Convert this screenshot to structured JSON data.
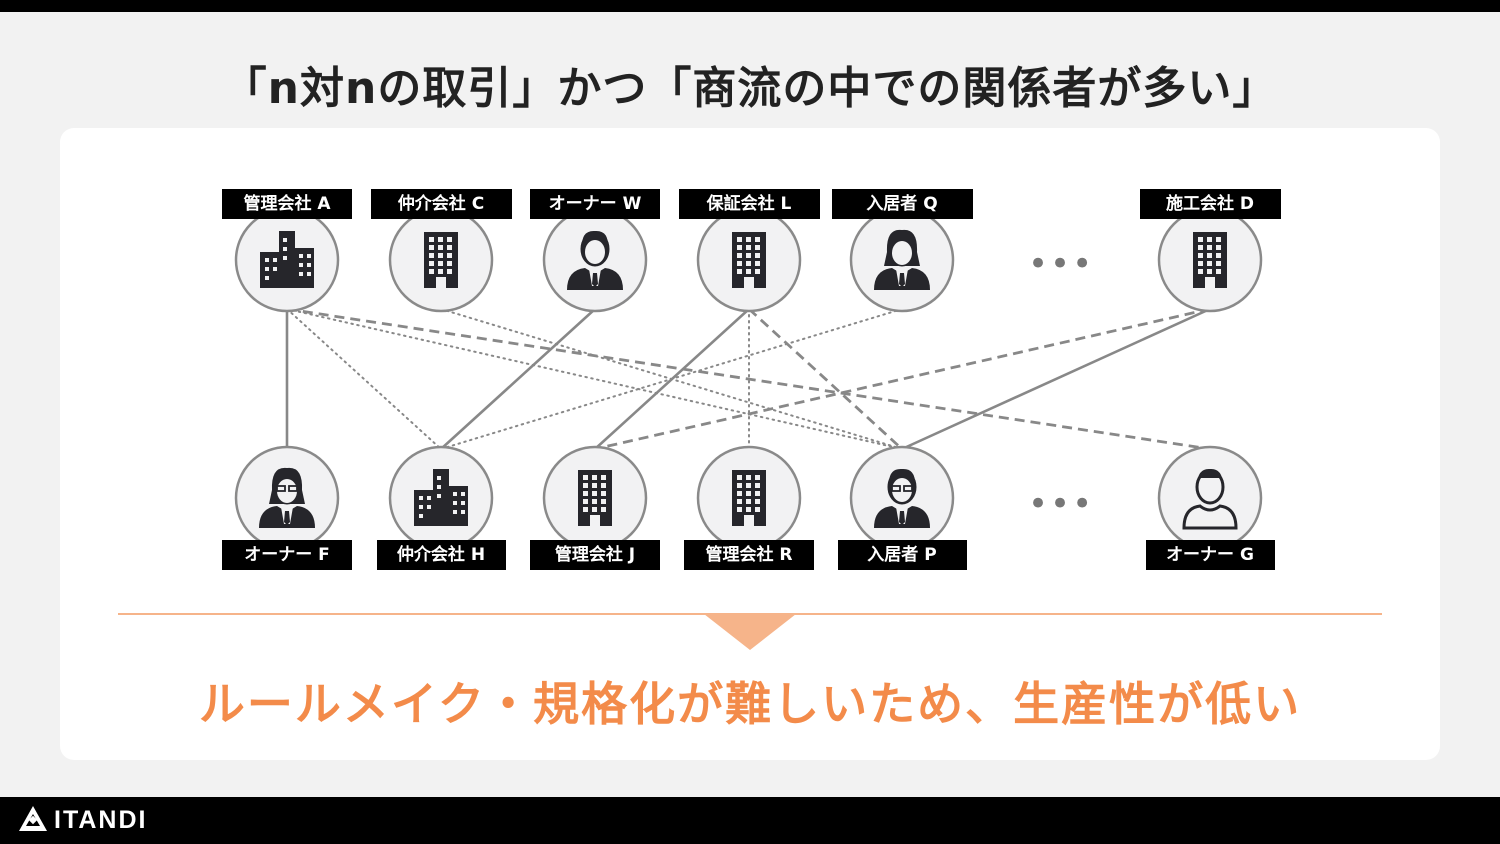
{
  "title": "「n対nの取引」かつ「商流の中での関係者が多い」",
  "nodes": {
    "top": [
      {
        "label": "管理会社 A",
        "icon": "office-buildings-icon"
      },
      {
        "label": "仲介会社 C",
        "icon": "building-icon"
      },
      {
        "label": "オーナー W",
        "icon": "businessman-icon"
      },
      {
        "label": "保証会社 L",
        "icon": "building-icon"
      },
      {
        "label": "入居者 Q",
        "icon": "woman-icon"
      },
      {
        "label": "施工会社 D",
        "icon": "building-icon"
      }
    ],
    "bottom": [
      {
        "label": "オーナー F",
        "icon": "woman-glasses-icon"
      },
      {
        "label": "仲介会社 H",
        "icon": "office-buildings-icon"
      },
      {
        "label": "管理会社 J",
        "icon": "building-icon"
      },
      {
        "label": "管理会社 R",
        "icon": "building-icon"
      },
      {
        "label": "入居者 P",
        "icon": "man-glasses-icon"
      },
      {
        "label": "オーナー G",
        "icon": "man-casual-icon"
      }
    ],
    "ellipsis": "•••"
  },
  "edges": [
    {
      "from": "管理会社 A",
      "to": "オーナー F",
      "style": "solid"
    },
    {
      "from": "管理会社 A",
      "to": "オーナー G",
      "style": "dashed"
    },
    {
      "from": "管理会社 A",
      "to": "仲介会社 H",
      "style": "dotted"
    },
    {
      "from": "管理会社 A",
      "to": "入居者 P",
      "style": "dotted"
    },
    {
      "from": "仲介会社 C",
      "to": "入居者 P",
      "style": "dotted"
    },
    {
      "from": "オーナー W",
      "to": "仲介会社 H",
      "style": "solid"
    },
    {
      "from": "保証会社 L",
      "to": "管理会社 J",
      "style": "solid"
    },
    {
      "from": "保証会社 L",
      "to": "管理会社 R",
      "style": "dotted"
    },
    {
      "from": "保証会社 L",
      "to": "入居者 P",
      "style": "dashed"
    },
    {
      "from": "入居者 Q",
      "to": "仲介会社 H",
      "style": "dotted"
    },
    {
      "from": "施工会社 D",
      "to": "管理会社 J",
      "style": "dashed"
    },
    {
      "from": "施工会社 D",
      "to": "入居者 P",
      "style": "solid"
    }
  ],
  "conclusion": "ルールメイク・規格化が難しいため、生産性が低い",
  "brand": "ITANDI",
  "colors": {
    "accent": "#f38b4a",
    "divider": "#f6b48a",
    "line": "#888888",
    "node_fill": "#f2f2f3",
    "icon": "#26262b"
  }
}
